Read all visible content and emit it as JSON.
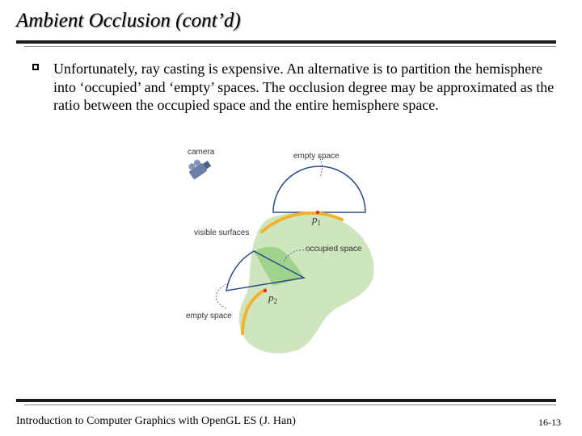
{
  "slide": {
    "title": "Ambient Occlusion (cont’d)",
    "bullet": "Unfortunately, ray casting is expensive. An alternative is to partition the hemisphere into ‘occupied’ and ‘empty’ spaces. The occlusion degree may be approximated as the ratio between the occupied space and the entire hemisphere space."
  },
  "figure": {
    "labels": {
      "camera": "camera",
      "empty_space_top": "empty space",
      "visible_surfaces": "visible surfaces",
      "occupied_space": "occupied space",
      "empty_space_bottom": "empty space"
    },
    "points": {
      "p1_base": "p",
      "p1_sub": "1",
      "p2_base": "p",
      "p2_sub": "2"
    },
    "colors": {
      "hemisphere_outline": "#2b4a8c",
      "surface_fill": "#cfe5bd",
      "occupied_fill": "#9fd28d",
      "visible_surface": "#f3b22d",
      "point_marker": "#d6332a",
      "camera_body": "#6b7fa6"
    }
  },
  "footer": {
    "course": "Introduction to Computer Graphics with OpenGL ES (J. Han)",
    "page_number": "16-13"
  }
}
